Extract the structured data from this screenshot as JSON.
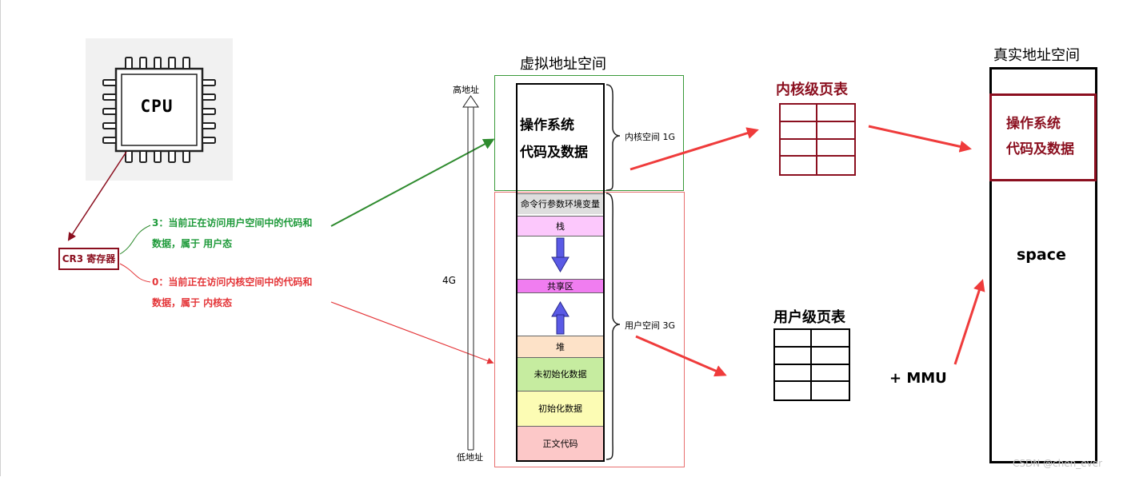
{
  "cpu": {
    "label": "CPU"
  },
  "cr3": {
    "label": "CR3 寄存器"
  },
  "modes": {
    "user": {
      "line1": "3：当前正在访问用户空间中的代码和",
      "line2": "数据，属于 用户态"
    },
    "kernel": {
      "line1": "0：当前正在访问内核空间中的代码和",
      "line2": "数据，属于 内核态"
    }
  },
  "virtual_space": {
    "title": "虚拟地址空间",
    "axis": {
      "high": "高地址",
      "size": "4G",
      "low": "低地址"
    },
    "kernel_block": {
      "line1": "操作系统",
      "line2": "代码及数据"
    },
    "kernel_space_label": "内核空间 1G",
    "user_space_label": "用户空间 3G",
    "segments": {
      "args_env": "命令行参数环境变量",
      "stack": "栈",
      "shared": "共享区",
      "heap": "堆",
      "bss": "未初始化数据",
      "data": "初始化数据",
      "text": "正文代码"
    }
  },
  "page_tables": {
    "kernel_title": "内核级页表",
    "user_title": "用户级页表",
    "mmu_label": "+ MMU"
  },
  "physical_space": {
    "title": "真实地址空间",
    "os_block": {
      "line1": "操作系统",
      "line2": "代码及数据"
    },
    "space_label": "space"
  },
  "watermark": "CSDN @chen_ever",
  "colors": {
    "dark_red": "#8b0f1f",
    "green": "#2e8b2e",
    "red": "#e43538",
    "stack_pink": "#fcc8fc",
    "shared_magenta": "#f07df0",
    "heap_peach": "#fde2c8",
    "bss_green": "#c6eca0",
    "data_yellow": "#fcfcb4",
    "text_pink": "#fcc8c8",
    "arrow_blue": "#5a5ae6"
  }
}
